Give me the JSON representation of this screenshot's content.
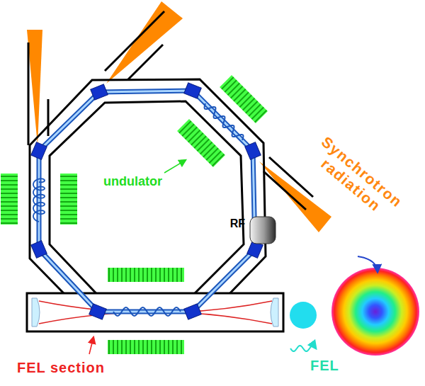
{
  "diagram": {
    "nodes": [
      {
        "text": [
          "RF"
        ]
      }
    ],
    "labels": [
      "undulator",
      "Synchrotron radiation",
      "FEL section",
      "FEL"
    ]
  }
}
